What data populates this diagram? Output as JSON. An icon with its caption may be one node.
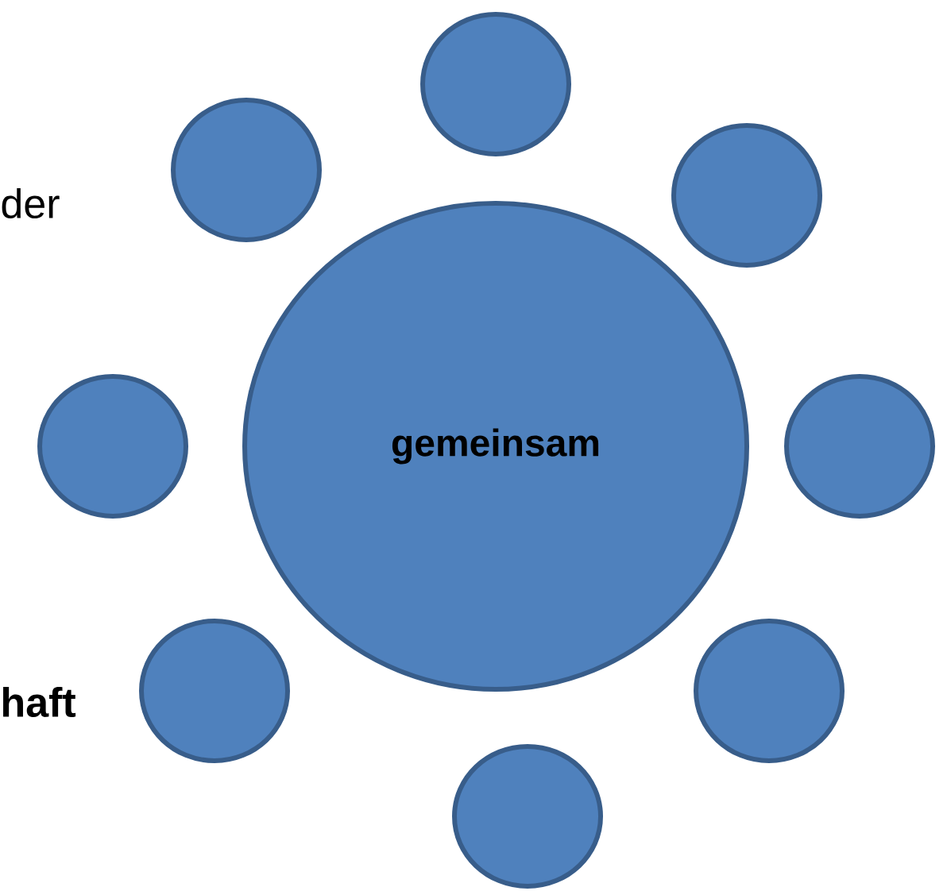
{
  "diagram": {
    "nodes": [
      {
        "text": [
          "gemeinsam"
        ]
      },
      {
        "text": [],
        "shape": "circle"
      },
      {
        "text": [],
        "shape": "circle"
      },
      {
        "text": [],
        "shape": "circle"
      },
      {
        "text": [],
        "shape": "circle"
      },
      {
        "text": [],
        "shape": "circle"
      },
      {
        "text": [],
        "shape": "circle"
      },
      {
        "text": [],
        "shape": "circle"
      },
      {
        "text": [],
        "shape": "circle"
      }
    ],
    "labels": [
      "der",
      "haft"
    ]
  }
}
